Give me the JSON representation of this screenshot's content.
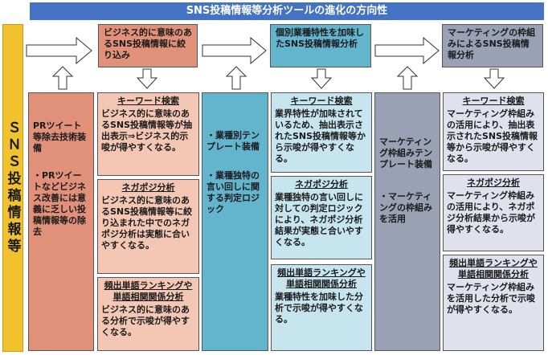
{
  "banner": {
    "title": "SNS投稿情報等分析ツールの進化の方向性"
  },
  "sidebar": {
    "label": "ＳＮＳ投稿情報等"
  },
  "stages": [
    {
      "title": "ビジネス的に意味のあるSNS投稿情報に絞り込み"
    },
    {
      "title": "個別業種特性を加味したSNS投稿情報分析"
    },
    {
      "title": "マーケティングの枠組みによるSNS投稿情報分析"
    }
  ],
  "column0": {
    "line1": "PRツイート等除去技術装備",
    "line2": "・PRツイートなどビジネス改善には意義に乏しい投稿情報等の除去"
  },
  "column1": [
    {
      "heading": "キーワード検索",
      "body": "ビジネス的に意味のあるSNS投稿情報等が抽出表示⇒ビジネス的示唆が得やすくなる。"
    },
    {
      "heading": "ネガポジ分析",
      "body": "ビジネス的に意味のあるSNS投稿情報等に絞り込まれた中でのネガポジ分析は実態に合いやすくなる。"
    },
    {
      "heading": "頻出単語ランキングや単語相関関係分析",
      "body": "ビジネス的に意味のある分析で示唆が得やすくなる。"
    }
  ],
  "column2": {
    "line1": "・業種別テンプレート装備",
    "line2": "・業種独特の言い回しに関する判定ロジック"
  },
  "column3": [
    {
      "heading": "キーワード検索",
      "body": "業界特性が加味されているため、抽出表示されたSNS投稿情報等から示唆が得やすくなる。"
    },
    {
      "heading": "ネガポジ分析",
      "body": "業種独特の言い回しに対しての判定ロジックにより、ネガポジ分析結果が実態と合いやすくなる。"
    },
    {
      "heading": "頻出単語ランキングや単語相関関係分析",
      "body": "業種特性を加味した分析で示唆が得やすくなる。"
    }
  ],
  "column4": {
    "line1": "マーケティング枠組みテンプレート装備",
    "line2": "・マーケティングの枠組みを活用"
  },
  "column5": [
    {
      "heading": "キーワード検索",
      "body": "マーケティング枠組みの活用により、抽出表示されたSNS投稿情報等から示唆が得やすくなる。"
    },
    {
      "heading": "ネガポジ分析",
      "body": "マーケティング枠組みの活用により、ネガポジ分析結果から示唆が得やすくなる。"
    },
    {
      "heading": "頻出単語ランキングや単語相関関係分析",
      "body": "マーケティング枠組みを活用した分析で示唆が得やすくなる。"
    }
  ],
  "colors": {
    "banner": "#4472c4",
    "sidebar": "#f2c12e",
    "salmon": "#e1917a",
    "light_salmon": "#f4c7b5",
    "teal": "#63b4cd",
    "light_teal": "#c6e5ef",
    "gray": "#9aa1b5",
    "light_gray": "#dfe2ec"
  }
}
